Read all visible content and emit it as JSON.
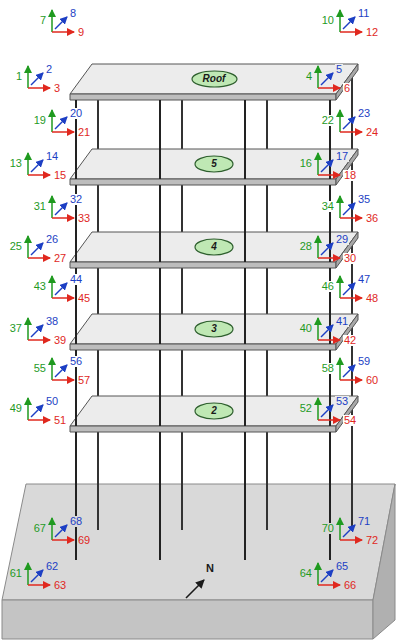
{
  "diagram": {
    "nodes": [
      {
        "text": [
          "Roof"
        ]
      },
      {
        "text": [
          "5"
        ]
      },
      {
        "text": [
          "4"
        ]
      },
      {
        "text": [
          "3"
        ]
      },
      {
        "text": [
          "2"
        ]
      }
    ],
    "labels": [
      "1",
      "2",
      "3",
      "4",
      "5",
      "6",
      "7",
      "8",
      "9",
      "10",
      "11",
      "12",
      "13",
      "14",
      "15",
      "16",
      "17",
      "18",
      "19",
      "20",
      "21",
      "22",
      "23",
      "24",
      "25",
      "26",
      "27",
      "28",
      "29",
      "30",
      "31",
      "32",
      "33",
      "34",
      "35",
      "36",
      "37",
      "38",
      "39",
      "40",
      "41",
      "42",
      "43",
      "44",
      "45",
      "46",
      "47",
      "48",
      "49",
      "50",
      "51",
      "52",
      "53",
      "54",
      "55",
      "56",
      "57",
      "58",
      "59",
      "60",
      "61",
      "62",
      "63",
      "64",
      "65",
      "66",
      "67",
      "68",
      "69",
      "70",
      "71",
      "72",
      "N"
    ]
  }
}
